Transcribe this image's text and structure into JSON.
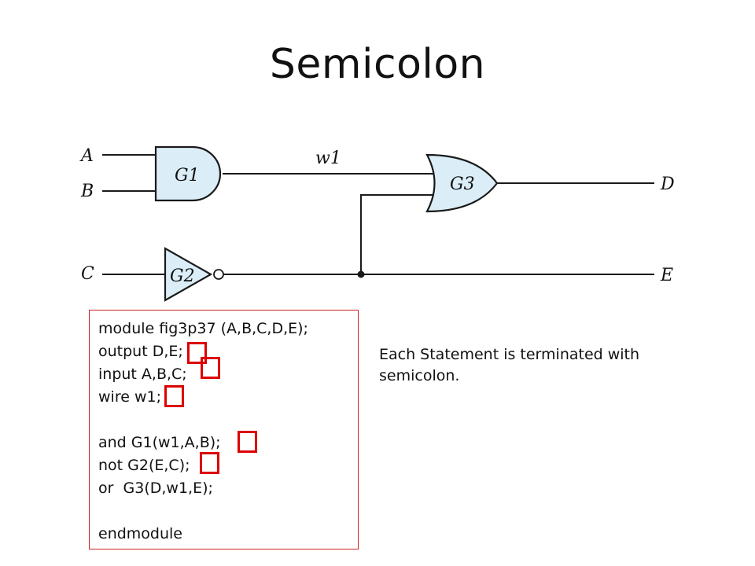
{
  "title": "Semicolon",
  "circuit": {
    "inputs": [
      "A",
      "B",
      "C"
    ],
    "outputs": [
      "D",
      "E"
    ],
    "wire": "w1",
    "gates": [
      "G1",
      "G2",
      "G3"
    ]
  },
  "code": {
    "lines": [
      "module fig3p37 (A,B,C,D,E);",
      "output D,E;",
      "input A,B,C;",
      "wire w1;",
      "and G1(w1,A,B);",
      "not G2(E,C);",
      "or  G3(D,w1,E);",
      "endmodule"
    ]
  },
  "note": "Each Statement is terminated with semicolon.",
  "colors": {
    "highlight": "#dd0000",
    "gate_fill": "#dbeef8",
    "box_border": "#cc2222"
  }
}
